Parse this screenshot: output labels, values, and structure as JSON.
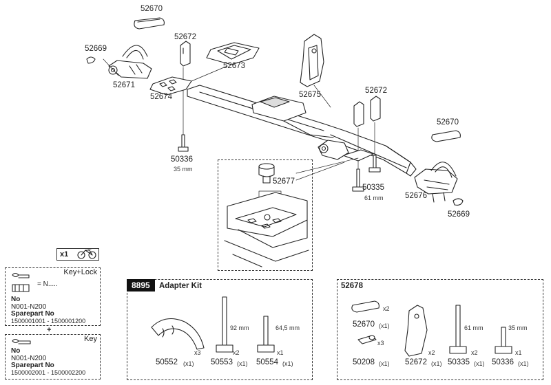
{
  "parts": {
    "p52670a": "52670",
    "p52669a": "52669",
    "p52671": "52671",
    "p52672a": "52672",
    "p52673": "52673",
    "p52674": "52674",
    "p52675": "52675",
    "p52672b": "52672",
    "p50336": "50336",
    "p50336_len": "35 mm",
    "p52677": "52677",
    "p50335": "50335",
    "p50335_len": "61 mm",
    "p52670b": "52670",
    "p52676": "52676",
    "p52669b": "52669"
  },
  "bike_count": "x1",
  "legend": {
    "keylock_title": "Key+Lock",
    "keylock_n": "= N.....",
    "no_label": "No",
    "no_value": "N001-N200",
    "spare_label": "Sparepart No",
    "spare_value_1": "1500001001 - 1500001200",
    "plus": "+",
    "key_title": "Key",
    "no_label2": "No",
    "no_value2": "N001-N200",
    "spare_label2": "Sparepart No",
    "spare_value_2": "1500002001 - 1500002200"
  },
  "adapter_kit": {
    "number": "8895",
    "title": "Adapter Kit",
    "items": [
      {
        "code": "50552",
        "qty": "(x1)",
        "mult": "x3"
      },
      {
        "code": "50553",
        "qty": "(x1)",
        "mult": "x2",
        "length": "92 mm"
      },
      {
        "code": "50554",
        "qty": "(x1)",
        "mult": "x1",
        "length": "64,5 mm"
      }
    ]
  },
  "kit_52678": {
    "number": "52678",
    "items": [
      {
        "code": "52670",
        "qty": "(x1)",
        "mult": "x2"
      },
      {
        "code": "50208",
        "qty": "(x1)",
        "mult": "x3"
      },
      {
        "code": "52672",
        "qty": "(x1)",
        "mult": "x2"
      },
      {
        "code": "50335",
        "qty": "(x1)",
        "mult": "x2",
        "length": "61 mm"
      },
      {
        "code": "50336",
        "qty": "(x1)",
        "mult": "x1",
        "length": "35 mm"
      }
    ]
  }
}
